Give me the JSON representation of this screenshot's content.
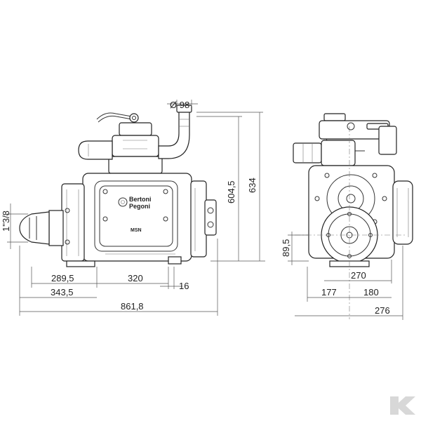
{
  "side_view": {
    "brand_lines": [
      "Bertoni",
      "Pegoni"
    ],
    "model_label": "MSN",
    "dimensions": {
      "pipe_diameter": "Ø 98",
      "height_outlet": "604,5",
      "height_total": "634",
      "shaft_size": "1\"3/8",
      "len_289": "289,5",
      "len_320": "320",
      "len_16": "16",
      "len_343": "343,5",
      "len_total": "861,8"
    }
  },
  "front_view": {
    "dimensions": {
      "shaft_height": "89,5",
      "width_270": "270",
      "width_177": "177",
      "width_180": "180",
      "width_276": "276"
    }
  },
  "watermark": {
    "logo_letter": "K"
  }
}
